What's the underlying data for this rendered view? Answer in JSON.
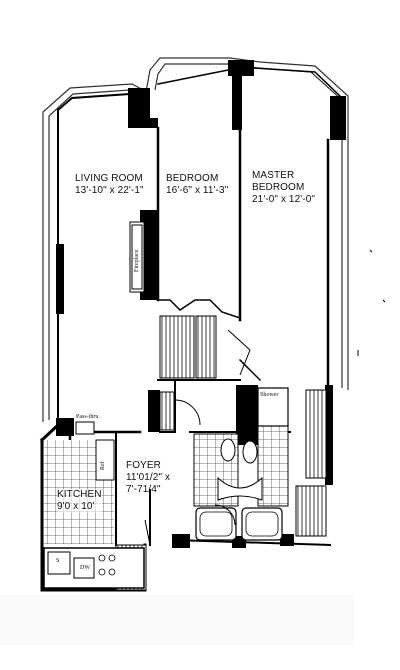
{
  "rooms": {
    "living_room": {
      "name": "LIVING ROOM",
      "size": "13'-10\" x 22'-1\""
    },
    "bedroom": {
      "name": "BEDROOM",
      "size": "16'-6\" x 11'-3\""
    },
    "master_bedroom": {
      "name_line1": "MASTER",
      "name_line2": "BEDROOM",
      "size": "21'-0\" x 12'-0\""
    },
    "foyer": {
      "name": "FOYER",
      "size_line1": "11'01/2\" x",
      "size_line2": "7'-71/4\""
    },
    "kitchen": {
      "name": "KITCHEN",
      "size": "9'0 x 10'"
    }
  },
  "fixtures": {
    "fireplace": "Fireplace",
    "pass_thru": "Pass-thru",
    "ref": "Ref",
    "shower": "Shower",
    "dw": "DW",
    "s": "S"
  }
}
